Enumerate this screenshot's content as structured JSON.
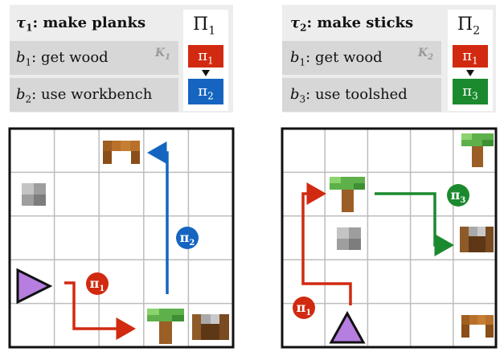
{
  "colors": {
    "pi1": "#d12a10",
    "pi2": "#1565c0",
    "pi3": "#1b8a2e",
    "agent": "#b57ee0",
    "panel_bg": "#ededed",
    "row_bg": "#d7d7d7"
  },
  "left": {
    "task_sym": "τ",
    "task_sub": "1",
    "task_rest": ": make planks",
    "row1_sym": "b",
    "row1_sub": "1",
    "row1_rest": ": get wood",
    "row2_sym": "b",
    "row2_sub": "2",
    "row2_rest": ": use workbench",
    "k_sym": "K",
    "k_sub": "1",
    "policy_set": "Π",
    "policy_set_sub": "1",
    "pi_a": "π",
    "pi_a_sub": "1",
    "pi_b": "π",
    "pi_b_sub": "2"
  },
  "right": {
    "task_sym": "τ",
    "task_sub": "2",
    "task_rest": ": make sticks",
    "row1_sym": "b",
    "row1_sub": "1",
    "row1_rest": ": get wood",
    "row2_sym": "b",
    "row2_sub": "3",
    "row2_rest": ": use toolshed",
    "k_sym": "K",
    "k_sub": "2",
    "policy_set": "Π",
    "policy_set_sub": "2",
    "pi_a": "π",
    "pi_a_sub": "1",
    "pi_b": "π",
    "pi_b_sub": "3"
  },
  "grid_labels": {
    "left_path1": "π",
    "left_path1_sub": "1",
    "left_path2": "π",
    "left_path2_sub": "2",
    "right_path1": "π",
    "right_path1_sub": "1",
    "right_path3": "π",
    "right_path3_sub": "3"
  }
}
